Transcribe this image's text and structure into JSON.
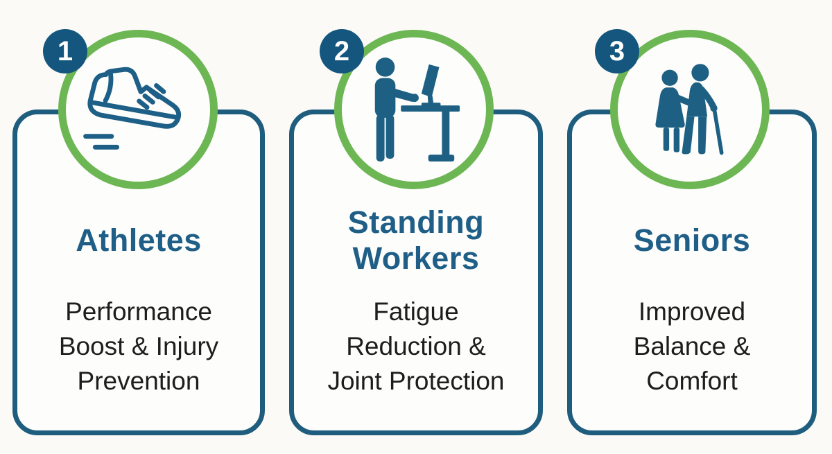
{
  "infographic": {
    "cards": [
      {
        "number": "1",
        "title": "Athletes",
        "description": "Performance\nBoost & Injury\nPrevention",
        "icon": "running-shoe-icon"
      },
      {
        "number": "2",
        "title": "Standing\nWorkers",
        "description": "Fatigue\nReduction &\nJoint Protection",
        "icon": "standing-desk-worker-icon"
      },
      {
        "number": "3",
        "title": "Seniors",
        "description": "Improved\nBalance &\nComfort",
        "icon": "seniors-couple-icon"
      }
    ],
    "colors": {
      "accent_green": "#6cb653",
      "primary_blue": "#1e5e87",
      "card_border_blue": "#1f5d7e",
      "badge_blue": "#14567d",
      "icon_blue": "#1d6083",
      "body_text": "#1d1d1d",
      "background": "#fbfaf7"
    }
  }
}
